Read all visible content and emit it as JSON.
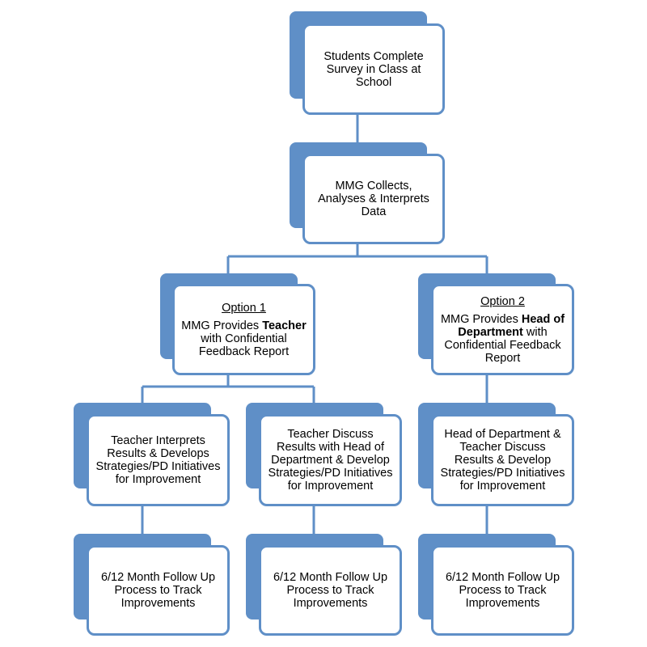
{
  "colors": {
    "accent": "#5f8fc7",
    "box_fill": "#ffffff",
    "text": "#000000"
  },
  "nodes": {
    "survey": {
      "lines": [
        "Students Complete",
        "Survey in Class at",
        "School"
      ]
    },
    "collect": {
      "lines": [
        "MMG Collects,",
        "Analyses & Interprets",
        "Data"
      ]
    },
    "option1": {
      "heading": "Option 1",
      "line1_prefix": "MMG Provides ",
      "line1_bold": "Teacher",
      "rest": [
        "with Confidential",
        "Feedback Report"
      ]
    },
    "option2": {
      "heading": "Option 2",
      "line1_prefix": "MMG Provides ",
      "line1_bold": "Head of",
      "line2_bold": "Department",
      "line2_suffix": " with",
      "rest": [
        "Confidential Feedback",
        "Report"
      ]
    },
    "teacher_interprets": {
      "lines": [
        "Teacher Interprets",
        "Results & Develops",
        "Strategies/PD Initiatives",
        "for Improvement"
      ]
    },
    "teacher_discuss": {
      "lines": [
        "Teacher Discuss",
        "Results with Head of",
        "Department & Develop",
        "Strategies/PD Initiatives",
        "for Improvement"
      ]
    },
    "hod_discuss": {
      "lines": [
        "Head of Department &",
        "Teacher Discuss",
        "Results & Develop",
        "Strategies/PD Initiatives",
        "for Improvement"
      ]
    },
    "followup1": {
      "lines": [
        "6/12 Month Follow Up",
        "Process to Track",
        "Improvements"
      ]
    },
    "followup2": {
      "lines": [
        "6/12 Month Follow Up",
        "Process to Track",
        "Improvements"
      ]
    },
    "followup3": {
      "lines": [
        "6/12 Month Follow Up",
        "Process to Track",
        "Improvements"
      ]
    }
  }
}
